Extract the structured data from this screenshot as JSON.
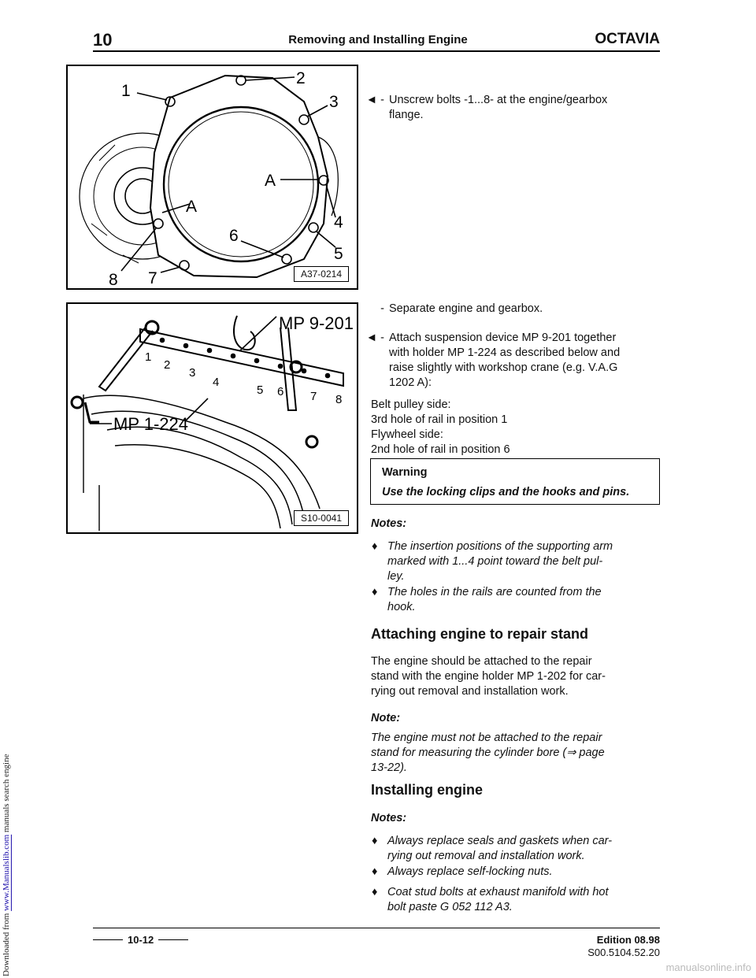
{
  "download_bar": {
    "prefix": "Downloaded from ",
    "link": "www.Manualslib.com",
    "suffix": " manuals search engine"
  },
  "header": {
    "page_num": "10",
    "title": "Removing and Installing Engine",
    "brand": "OCTAVIA"
  },
  "figure1": {
    "code": "A37-0214",
    "labels": [
      "1",
      "2",
      "3",
      "A",
      "4",
      "5",
      "6",
      "A",
      "8",
      "7"
    ]
  },
  "figure2": {
    "code": "S10-0041",
    "labels": [
      "MP 9-201",
      "MP 1-224",
      "1",
      "2",
      "3",
      "4",
      "5",
      "6",
      "7",
      "8"
    ]
  },
  "step1": {
    "marker": "◄ -",
    "text": "Unscrew bolts -1...8- at the engine/gearbox flange."
  },
  "step2": {
    "marker": "-",
    "text": "Separate engine and gearbox."
  },
  "step3": {
    "marker": "◄ -",
    "text": "Attach suspension device MP 9-201 together with holder MP 1-224 as described below and raise slightly with workshop crane (e.g. V.A.G 1202 A):"
  },
  "positions": {
    "line1": "Belt pulley side:",
    "line2": "3rd hole of rail in position 1",
    "line3": "Flywheel side:",
    "line4": "2nd hole of rail in position 6"
  },
  "warning": {
    "title": "Warning",
    "text": "Use the locking clips and the hooks and pins."
  },
  "notes1": {
    "label": "Notes:",
    "items": [
      "The insertion positions of the supporting arm marked with 1...4 point toward the belt pul-ley.",
      "The holes in the rails are counted from the hook."
    ]
  },
  "section_attach": {
    "heading": "Attaching engine to repair stand",
    "text": "The engine should be attached to the repair stand with the engine holder MP 1-202 for car-rying out removal and installation work."
  },
  "note2": {
    "label": "Note:",
    "text": "The engine must not be attached to the repair stand for measuring the cylinder bore (⇒ page 13-22)."
  },
  "section_install": {
    "heading": "Installing engine",
    "label": "Notes:",
    "items": [
      "Always replace seals and gaskets when car-rying out removal and installation work.",
      "Always replace self-locking nuts.",
      "Coat stud bolts at exhaust manifold with hot bolt paste G 052 112 A3."
    ]
  },
  "footer": {
    "page": "10-12",
    "edition": "Edition 08.98",
    "doc_code": "S00.5104.52.20",
    "watermark": "manualsonline.info"
  }
}
